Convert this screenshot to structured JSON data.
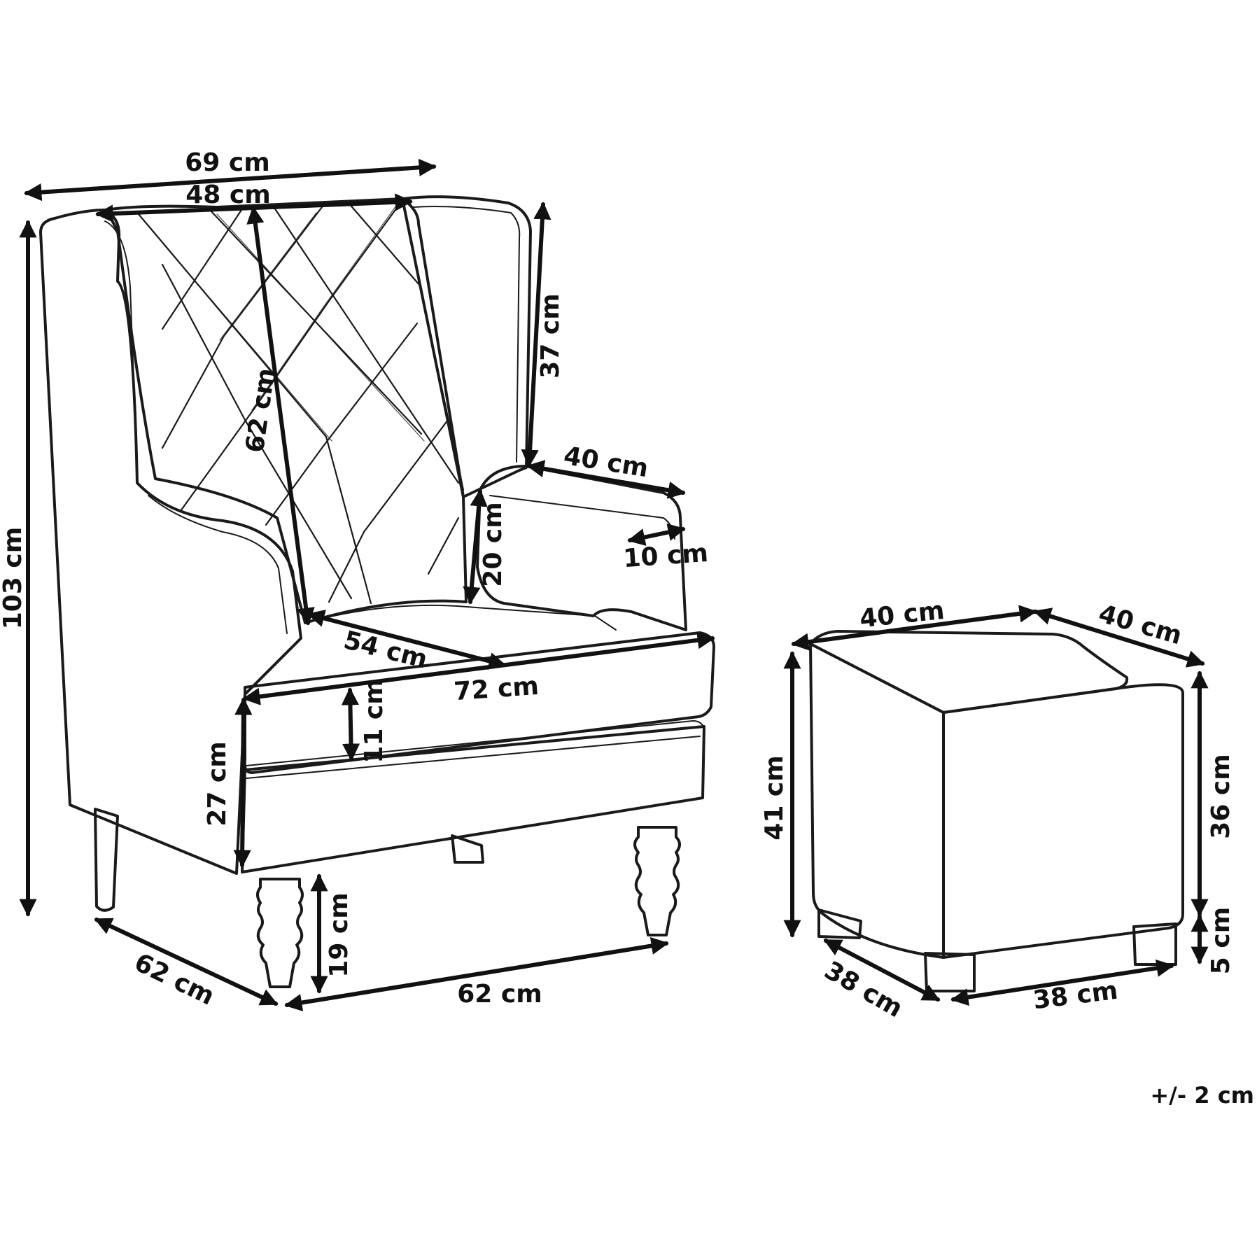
{
  "armchair": {
    "total_width": "69 cm",
    "backrest_width": "48 cm",
    "total_height": "103 cm",
    "backrest_height": "62 cm",
    "wing_height": "37 cm",
    "armrest_length": "40 cm",
    "armrest_width": "10 cm",
    "armrest_height": "20 cm",
    "seat_depth": "54 cm",
    "seat_width": "72 cm",
    "cushion_thickness": "11 cm",
    "seat_height": "27 cm",
    "leg_height": "19 cm",
    "footprint_depth": "62 cm",
    "footprint_width": "62 cm"
  },
  "ottoman": {
    "top_width": "40 cm",
    "top_depth": "40 cm",
    "total_height": "41 cm",
    "body_height": "36 cm",
    "leg_height": "5 cm",
    "base_depth": "38 cm",
    "base_width": "38 cm"
  },
  "tolerance": "+/- 2 cm"
}
